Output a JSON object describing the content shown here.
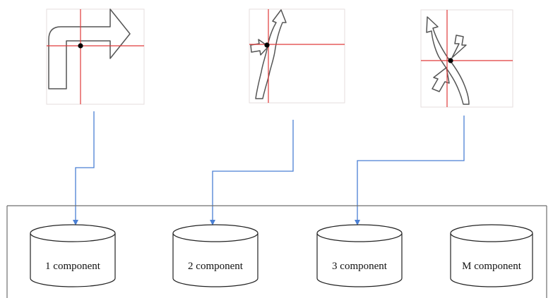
{
  "components": [
    {
      "label": "1 component"
    },
    {
      "label": "2 component"
    },
    {
      "label": "3 component"
    },
    {
      "label": "M component"
    }
  ],
  "colors": {
    "background": "#ffffff",
    "frame_stroke": "#6f6f6f",
    "panel_border": "#e4dede",
    "crosshair": "#e03a3a",
    "connector": "#4a7fd4",
    "shape_stroke": "#555555",
    "cylinder_stroke": "#222222",
    "text": "#111111"
  }
}
